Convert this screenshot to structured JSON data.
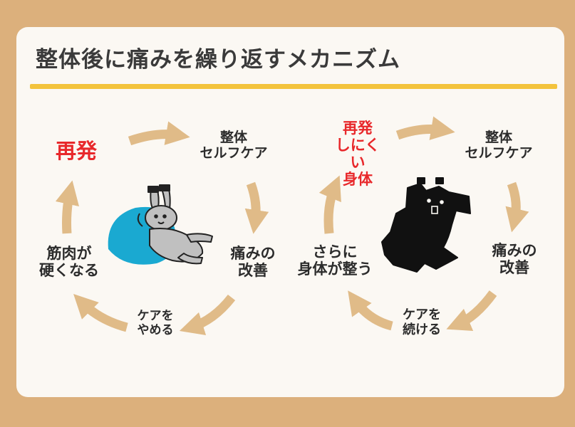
{
  "title": "整体後に痛みを繰り返すメカニズム",
  "left_cycle": {
    "recurrence": "再発",
    "self_care": "整体\nセルフケア",
    "improvement": "痛みの\n改善",
    "stop_care": "ケアを\nやめる",
    "muscle_stiff": "筋肉が\n硬くなる"
  },
  "right_cycle": {
    "hard_to_recur": "再発\nしにくい\n身体",
    "self_care": "整体\nセルフケア",
    "improvement": "痛みの\n改善",
    "continue_care": "ケアを\n続ける",
    "body_conditioned": "さらに\n身体が整う"
  },
  "colors": {
    "background": "#dcb07c",
    "card": "#fbf8f3",
    "accent_bar": "#f3c33c",
    "arrow": "#e0bb88",
    "highlight_text": "#e8282b",
    "beanbag": "#1aa9d1"
  },
  "illustrations": [
    "rabbit-on-beanbag",
    "bear-lying-down"
  ]
}
